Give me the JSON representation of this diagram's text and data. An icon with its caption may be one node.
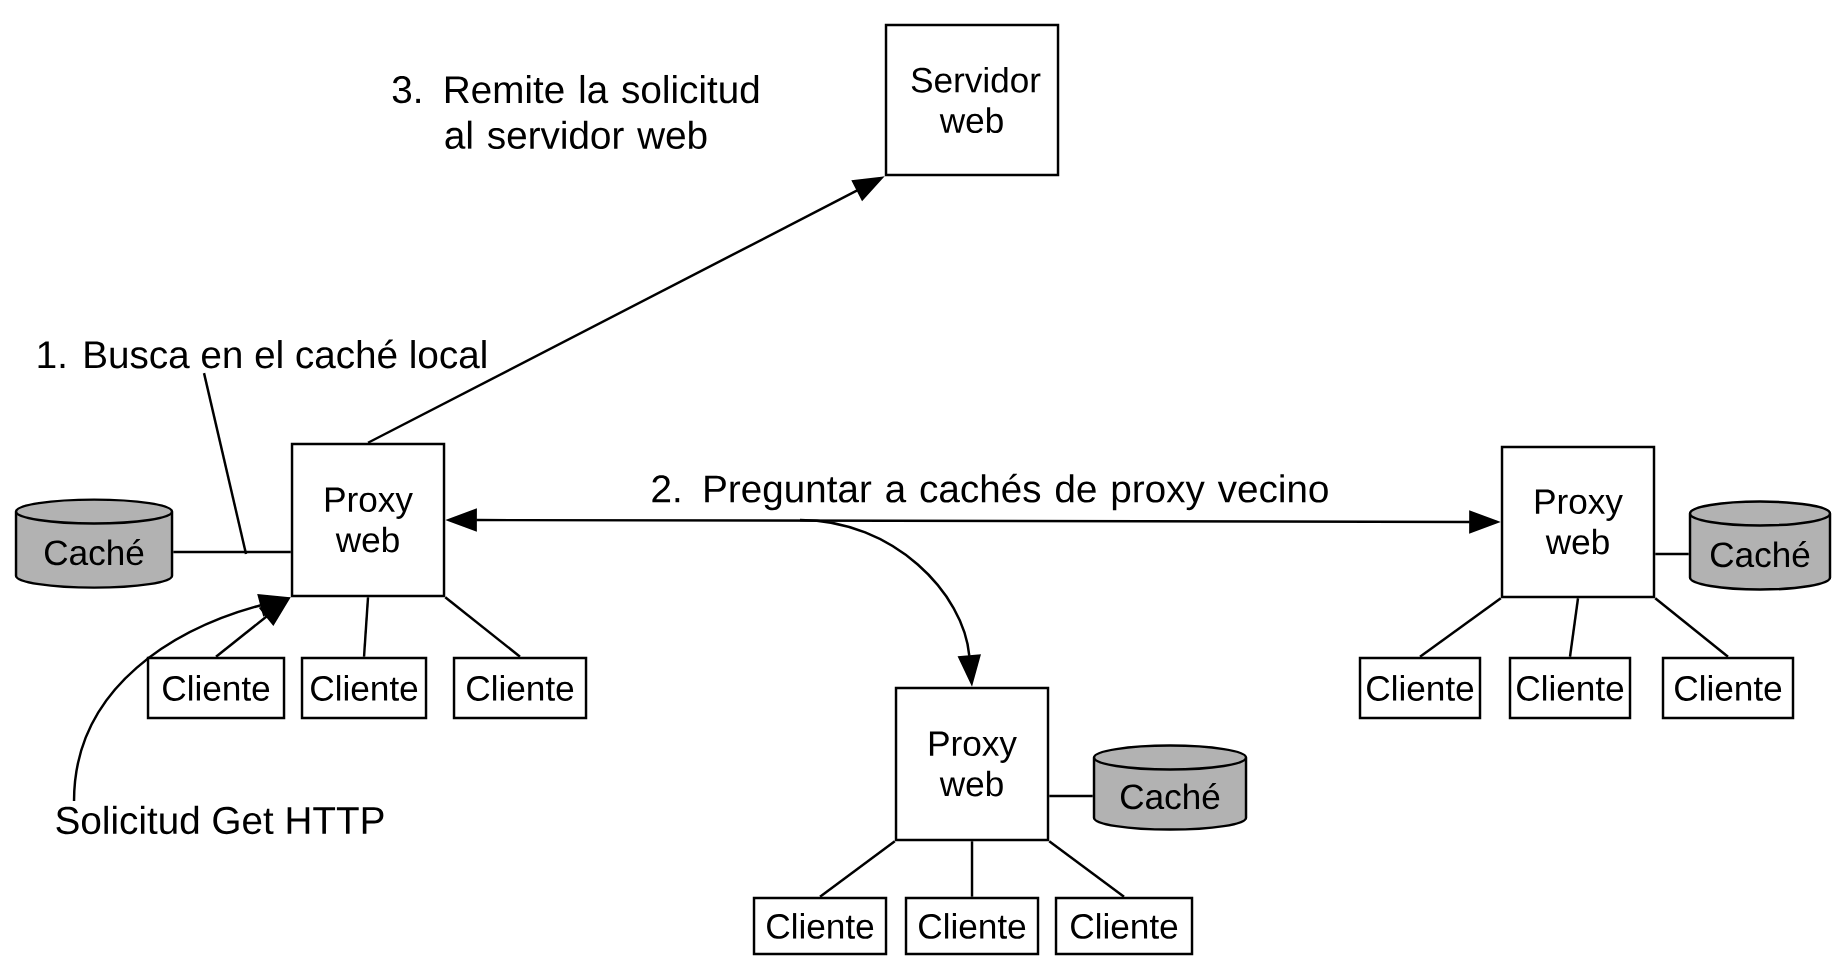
{
  "diagram": {
    "nodes": [
      {
        "text": [
          "Servidor web"
        ]
      },
      {
        "text": [
          "Proxy web"
        ]
      },
      {
        "text": [
          "Caché"
        ]
      },
      {
        "text": [
          "Cliente"
        ]
      },
      {
        "text": [
          "Cliente"
        ]
      },
      {
        "text": [
          "Cliente"
        ]
      },
      {
        "text": [
          "Proxy web"
        ]
      },
      {
        "text": [
          "Caché"
        ]
      },
      {
        "text": [
          "Cliente"
        ]
      },
      {
        "text": [
          "Cliente"
        ]
      },
      {
        "text": [
          "Cliente"
        ]
      },
      {
        "text": [
          "Proxy web"
        ]
      },
      {
        "text": [
          "Caché"
        ]
      },
      {
        "text": [
          "Cliente"
        ]
      },
      {
        "text": [
          "Cliente"
        ]
      },
      {
        "text": [
          "Cliente"
        ]
      },
      {
        "text": [
          "Solicitud Get HTTP"
        ]
      },
      {
        "text": [
          "1. Busca en el caché local"
        ]
      }
    ],
    "edges": [
      {
        "from": 1,
        "to": 0,
        "arrow": "to",
        "label": "3. Remite la solicitud al servidor web"
      },
      {
        "from": 1,
        "to": 11,
        "arrow": "both",
        "label": "2. Preguntar a cachés de proxy vecino"
      },
      {
        "from": null,
        "to": 6,
        "arrow": "to"
      },
      {
        "from": 2,
        "to": 1,
        "arrow": "none"
      },
      {
        "from": 3,
        "to": 1,
        "arrow": "to"
      },
      {
        "from": 4,
        "to": 1,
        "arrow": "none"
      },
      {
        "from": 5,
        "to": 1,
        "arrow": "none"
      },
      {
        "from": 16,
        "to": 1,
        "arrow": "to"
      },
      {
        "from": 6,
        "to": 7,
        "arrow": "none"
      },
      {
        "from": 8,
        "to": 6,
        "arrow": "none"
      },
      {
        "from": 9,
        "to": 6,
        "arrow": "none"
      },
      {
        "from": 10,
        "to": 6,
        "arrow": "none"
      },
      {
        "from": 11,
        "to": 12,
        "arrow": "none"
      },
      {
        "from": 13,
        "to": 11,
        "arrow": "none"
      },
      {
        "from": 14,
        "to": 11,
        "arrow": "none"
      },
      {
        "from": 15,
        "to": 11,
        "arrow": "none"
      },
      {
        "from": 17,
        "to": null,
        "arrow": "none"
      }
    ]
  }
}
